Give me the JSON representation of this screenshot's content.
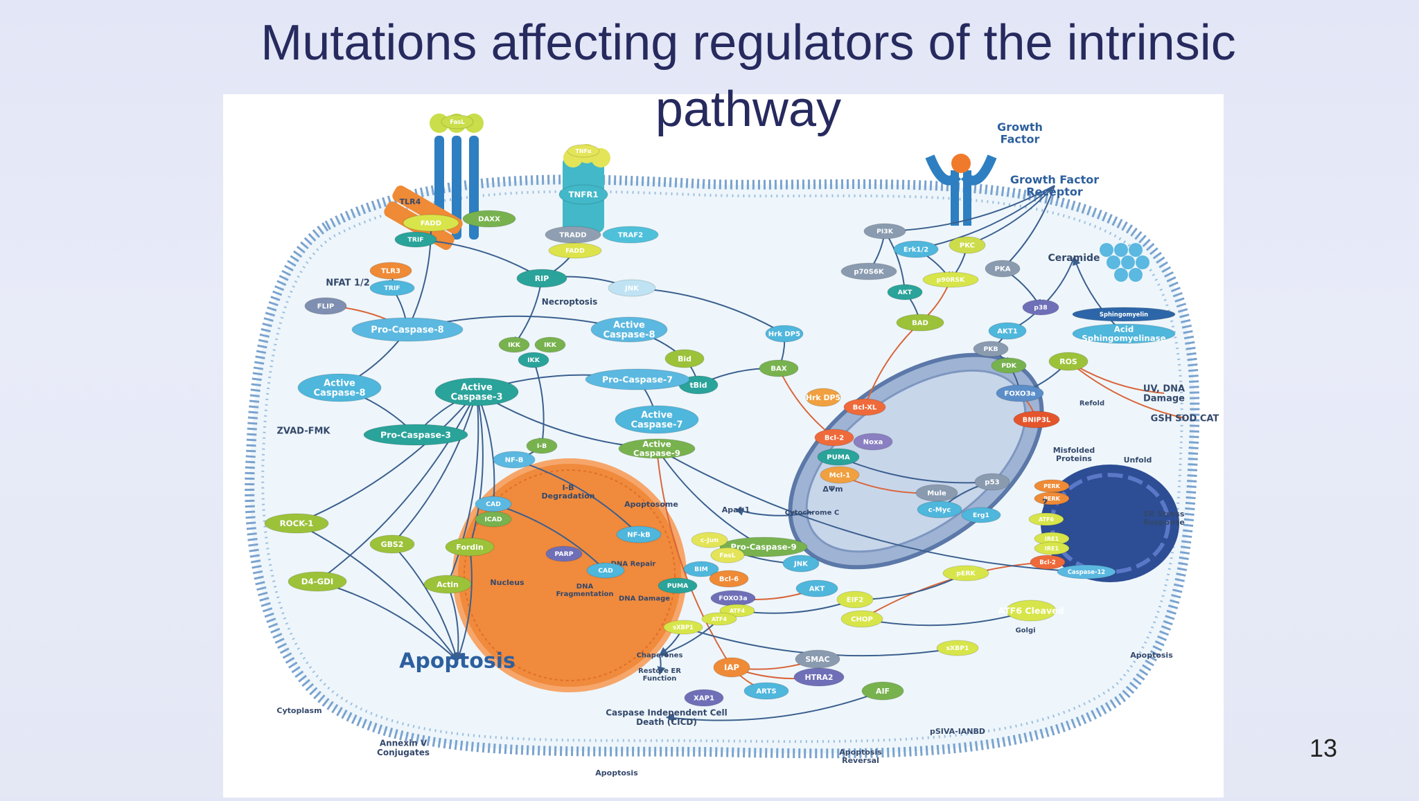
{
  "slide": {
    "title": "Mutations affecting regulators of the intrinsic pathway",
    "page_number": "13"
  },
  "colors": {
    "title": "#262a5e",
    "cytoplasm": "#eef6fb",
    "membrane": "#6f9cc9",
    "nucleus": "#f08a3c",
    "arrow_blue": "#3b5f8e",
    "arrow_red": "#d9653a",
    "teal": "#2aa39a",
    "green": "#9cc23a",
    "lightblue": "#5bb8e0",
    "yellow": "#e6e04a",
    "grey": "#8a9bb0"
  },
  "nodes": [
    {
      "id": "fasl",
      "label": "FasL",
      "color": "#c9de4a"
    },
    {
      "id": "fadd1",
      "label": "FADD",
      "color": "#d7e54a"
    },
    {
      "id": "daxx",
      "label": "DAXX",
      "color": "#78b24f"
    },
    {
      "id": "tnfa",
      "label": "TNFα",
      "color": "#e3e458"
    },
    {
      "id": "tnfr1",
      "label": "TNFR1",
      "color": "#42b8c8"
    },
    {
      "id": "tradd",
      "label": "TRADD",
      "color": "#8f9fb1"
    },
    {
      "id": "traf2",
      "label": "TRAF2",
      "color": "#4fc0da"
    },
    {
      "id": "fadd2",
      "label": "FADD",
      "color": "#dde34a"
    },
    {
      "id": "growth_factor",
      "label": "Growth Factor",
      "color": "#f07a2c"
    },
    {
      "id": "gf_receptor",
      "label": "Growth Factor Receptor",
      "color": "#2d7fc1"
    },
    {
      "id": "tlr4",
      "label": "TLR4",
      "color": "#ef8a36"
    },
    {
      "id": "trif1",
      "label": "TRIF",
      "color": "#2aa39a"
    },
    {
      "id": "tlr3",
      "label": "TLR3",
      "color": "#ef8a36"
    },
    {
      "id": "trif2",
      "label": "TRIF",
      "color": "#4fb6dc"
    },
    {
      "id": "nfat",
      "label": "NFAT 1/2",
      "color": "none"
    },
    {
      "id": "flip",
      "label": "FLIP",
      "color": "#7f8fb1"
    },
    {
      "id": "rip",
      "label": "RIP",
      "color": "#2aa39a"
    },
    {
      "id": "necroptosis",
      "label": "Necroptosis",
      "color": "none"
    },
    {
      "id": "jnk1",
      "label": "JNK",
      "color": "#bfe3f3"
    },
    {
      "id": "pi3k",
      "label": "PI3K",
      "color": "#8a9bb0"
    },
    {
      "id": "erk",
      "label": "Erk1/2",
      "color": "#4fb6dc"
    },
    {
      "id": "pkc",
      "label": "PKC",
      "color": "#cddc4a"
    },
    {
      "id": "p70s6k",
      "label": "p70S6K",
      "color": "#8a9bb0"
    },
    {
      "id": "p90rsk",
      "label": "p90RSK",
      "color": "#d7e54a"
    },
    {
      "id": "pka",
      "label": "PKA",
      "color": "#8a9bb0"
    },
    {
      "id": "ceramide",
      "label": "Ceramide",
      "color": "#5bb8e0"
    },
    {
      "id": "akt1",
      "label": "AKT",
      "color": "#2aa39a"
    },
    {
      "id": "bad",
      "label": "BAD",
      "color": "#9cc23a"
    },
    {
      "id": "p38",
      "label": "p38",
      "color": "#6f6fb8"
    },
    {
      "id": "sphingomyelin",
      "label": "Sphingomyelin",
      "color": "#2d66a8"
    },
    {
      "id": "acid_sm",
      "label": "Acid Sphingomyelinase",
      "color": "#4fb6dc"
    },
    {
      "id": "akt2",
      "label": "AKT1",
      "color": "#4fb6dc"
    },
    {
      "id": "pkb",
      "label": "PKB",
      "color": "#8a9bb0"
    },
    {
      "id": "pdk",
      "label": "PDK",
      "color": "#78b24f"
    },
    {
      "id": "ros",
      "label": "ROS",
      "color": "#9cc23a"
    },
    {
      "id": "uv",
      "label": "UV, DNA Damage",
      "color": "none"
    },
    {
      "id": "gsh",
      "label": "GSH SOD CAT",
      "color": "none"
    },
    {
      "id": "pro_casp8",
      "label": "Pro-Caspase-8",
      "color": "#5bb8e0"
    },
    {
      "id": "act_casp8b",
      "label": "Active Caspase-8",
      "color": "#5bb8e0"
    },
    {
      "id": "ikk1",
      "label": "IKK",
      "color": "#78b24f"
    },
    {
      "id": "ikk2",
      "label": "IKK",
      "color": "#78b24f"
    },
    {
      "id": "ikk3",
      "label": "IKK",
      "color": "#2aa39a"
    },
    {
      "id": "bid",
      "label": "Bid",
      "color": "#9cc23a"
    },
    {
      "id": "htr_dps1",
      "label": "Hrk DP5",
      "color": "#4fb6dc"
    },
    {
      "id": "bax1",
      "label": "BAX",
      "color": "#78b24f"
    },
    {
      "id": "tbid",
      "label": "tBid",
      "color": "#2aa39a"
    },
    {
      "id": "act_casp8",
      "label": "Active Caspase-8",
      "color": "#4fb6dc"
    },
    {
      "id": "act_casp3",
      "label": "Active Caspase-3",
      "color": "#2aa39a"
    },
    {
      "id": "pro_casp7",
      "label": "Pro-Caspase-7",
      "color": "#5bb8e0"
    },
    {
      "id": "act_casp7",
      "label": "Active Caspase-7",
      "color": "#4fb6dc"
    },
    {
      "id": "act_casp9",
      "label": "Active Caspase-9",
      "color": "#78b24f"
    },
    {
      "id": "zvad",
      "label": "ZVAD-FMK",
      "color": "none"
    },
    {
      "id": "pro_casp3",
      "label": "Pro-Caspase-3",
      "color": "#2aa39a"
    },
    {
      "id": "ikb",
      "label": "I-B",
      "color": "#78b24f"
    },
    {
      "id": "nfkb1",
      "label": "NF-B",
      "color": "#5bb8e0"
    },
    {
      "id": "ikb_deg",
      "label": "I-B Degradation",
      "color": "none"
    },
    {
      "id": "hrk_dp5",
      "label": "Hrk DP5",
      "color": "#f0a040"
    },
    {
      "id": "bclxl",
      "label": "Bcl-XL",
      "color": "#ef6a3a"
    },
    {
      "id": "bcl2",
      "label": "Bcl-2",
      "color": "#ef6a3a"
    },
    {
      "id": "noxa",
      "label": "Noxa",
      "color": "#8a7fc1"
    },
    {
      "id": "puma1",
      "label": "PUMA",
      "color": "#2aa39a"
    },
    {
      "id": "mcl1",
      "label": "Mcl-1",
      "color": "#f0a040"
    },
    {
      "id": "bnip3",
      "label": "BNIP3L",
      "color": "#e4552c"
    },
    {
      "id": "refold",
      "label": "Refold",
      "color": "none"
    },
    {
      "id": "misfolded",
      "label": "Misfolded Proteins",
      "color": "none"
    },
    {
      "id": "unfold",
      "label": "Unfold",
      "color": "none"
    },
    {
      "id": "foxo3a1",
      "label": "FOXO3a",
      "color": "#5b8ec8"
    },
    {
      "id": "p53",
      "label": "p53",
      "color": "#8a9bb0"
    },
    {
      "id": "mule",
      "label": "Mule",
      "color": "#8a9bb0"
    },
    {
      "id": "cmyc",
      "label": "c-Myc",
      "color": "#4fb6dc"
    },
    {
      "id": "erg1",
      "label": "Erg1",
      "color": "#4fb6dc"
    },
    {
      "id": "cad1",
      "label": "CAD",
      "color": "#5bb8e0"
    },
    {
      "id": "icad",
      "label": "ICAD",
      "color": "#78b24f"
    },
    {
      "id": "apoptosome",
      "label": "Apoptosome",
      "color": "none"
    },
    {
      "id": "apaf1",
      "label": "Apaf-1",
      "color": "none"
    },
    {
      "id": "cytc",
      "label": "Cytochrome C",
      "color": "none"
    },
    {
      "id": "perk1",
      "label": "PERK",
      "color": "#ef8a36"
    },
    {
      "id": "perk2",
      "label": "PERK",
      "color": "#ef8a36"
    },
    {
      "id": "atf6",
      "label": "ATF6",
      "color": "#d7e54a"
    },
    {
      "id": "ire1a",
      "label": "IRE1",
      "color": "#d7e54a"
    },
    {
      "id": "ire1b",
      "label": "IRE1",
      "color": "#d7e54a"
    },
    {
      "id": "bcl2b",
      "label": "Bcl-2",
      "color": "#ef6a3a"
    },
    {
      "id": "casp12",
      "label": "Caspase-12",
      "color": "#5bb8e0"
    },
    {
      "id": "er_stress",
      "label": "ER Stress Response",
      "color": "none"
    },
    {
      "id": "rock1",
      "label": "ROCK-1",
      "color": "#9cc23a"
    },
    {
      "id": "gbs2",
      "label": "GBS2",
      "color": "#9cc23a"
    },
    {
      "id": "fordin",
      "label": "Fordin",
      "color": "#9cc23a"
    },
    {
      "id": "d4gdi",
      "label": "D4-GDI",
      "color": "#9cc23a"
    },
    {
      "id": "actin",
      "label": "Actin",
      "color": "#9cc23a"
    },
    {
      "id": "pro_casp9",
      "label": "Pro-Caspase-9",
      "color": "#78b24f"
    },
    {
      "id": "jnk2",
      "label": "JNK",
      "color": "#4fb6dc"
    },
    {
      "id": "nfkb2",
      "label": "NF-kB",
      "color": "#4fb6dc"
    },
    {
      "id": "cjun",
      "label": "c-Jun",
      "color": "#e3e458"
    },
    {
      "id": "fasl2",
      "label": "FasL",
      "color": "#e3e458"
    },
    {
      "id": "parp",
      "label": "PARP",
      "color": "#6f6fb8"
    },
    {
      "id": "dna_repair",
      "label": "DNA Repair",
      "color": "none"
    },
    {
      "id": "bim",
      "label": "BIM",
      "color": "#4fb6dc"
    },
    {
      "id": "bcl6",
      "label": "Bcl-6",
      "color": "#ef8a36"
    },
    {
      "id": "cad2",
      "label": "CAD",
      "color": "#4fb6dc"
    },
    {
      "id": "puma2",
      "label": "PUMA",
      "color": "#2aa39a"
    },
    {
      "id": "foxo3a2",
      "label": "FOXO3a",
      "color": "#6f6fb8"
    },
    {
      "id": "dna_frag",
      "label": "DNA Fragmentation",
      "color": "none"
    },
    {
      "id": "dna_damage",
      "label": "DNA Damage",
      "color": "none"
    },
    {
      "id": "atf4a",
      "label": "ATF4",
      "color": "#d7e54a"
    },
    {
      "id": "atf4b",
      "label": "ATF4",
      "color": "#d7e54a"
    },
    {
      "id": "sxbp1",
      "label": "sXBP1",
      "color": "#d7e54a"
    },
    {
      "id": "nucleus_label",
      "label": "Nucleus",
      "color": "none"
    },
    {
      "id": "akt3",
      "label": "AKT",
      "color": "#4fb6dc"
    },
    {
      "id": "eif2",
      "label": "EIF2",
      "color": "#d7e54a"
    },
    {
      "id": "chop",
      "label": "CHOP",
      "color": "#d7e54a"
    },
    {
      "id": "perk_p",
      "label": "pERK",
      "color": "#d7e54a"
    },
    {
      "id": "atf6c",
      "label": "ATF6 Cleaved",
      "color": "#d7e54a"
    },
    {
      "id": "golgi",
      "label": "Golgi",
      "color": "none"
    },
    {
      "id": "sxbp1b",
      "label": "sXBP1",
      "color": "#d7e54a"
    },
    {
      "id": "apoptosis_main",
      "label": "Apoptosis",
      "color": "none"
    },
    {
      "id": "chaperones",
      "label": "Chaperones",
      "color": "none"
    },
    {
      "id": "restore_er",
      "label": "Restore ER Function",
      "color": "none"
    },
    {
      "id": "iap",
      "label": "IAP",
      "color": "#ef8a36"
    },
    {
      "id": "smac",
      "label": "SMAC",
      "color": "#8a9bb0"
    },
    {
      "id": "htra2",
      "label": "HTRA2",
      "color": "#6f6fb8"
    },
    {
      "id": "xap1",
      "label": "XAP1",
      "color": "#6f6fb8"
    },
    {
      "id": "arts",
      "label": "ARTS",
      "color": "#4fb6dc"
    },
    {
      "id": "aif",
      "label": "AIF",
      "color": "#78b24f"
    },
    {
      "id": "cytoplasm",
      "label": "Cytoplasm",
      "color": "none"
    },
    {
      "id": "cicd",
      "label": "Caspase Independent Cell Death (CICD)",
      "color": "none"
    },
    {
      "id": "annexin",
      "label": "Annexin V Conjugates",
      "color": "none"
    },
    {
      "id": "apoptosis2",
      "label": "Apoptosis",
      "color": "none"
    },
    {
      "id": "apop_reversal",
      "label": "Apoptosis Reversal",
      "color": "none"
    },
    {
      "id": "psiva",
      "label": "pSIVA-IANBD",
      "color": "none"
    },
    {
      "id": "apoptosis3",
      "label": "Apoptosis",
      "color": "none"
    },
    {
      "id": "dpsi",
      "label": "ΔΨm",
      "color": "none"
    },
    {
      "id": "q",
      "label": "?",
      "color": "none"
    }
  ]
}
